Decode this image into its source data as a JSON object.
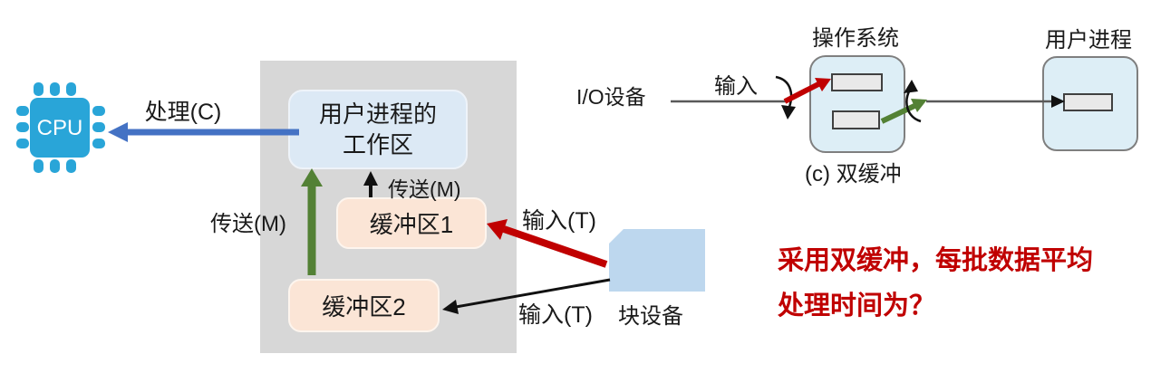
{
  "colors": {
    "accent_blue": "#4472c4",
    "accent_green": "#538135",
    "accent_red": "#c00000",
    "cpu_blue": "#29a5d8",
    "gray_panel": "#d7d7d7",
    "workarea_fill": "#dce9f5",
    "buffer_fill": "#fbe5d6",
    "device_fill": "#bdd7ee",
    "os_box_fill": "#ddeef6"
  },
  "left_diagram": {
    "cpu_label": "CPU",
    "process_arrow_label": "处理(C)",
    "workarea": {
      "line1": "用户进程的",
      "line2": "工作区"
    },
    "transfer_left_label": "传送(M)",
    "transfer_mid_label": "传送(M)",
    "buffer1_label": "缓冲区1",
    "buffer2_label": "缓冲区2",
    "input_top_label": "输入(T)",
    "input_bottom_label": "输入(T)",
    "block_device_label": "块设备"
  },
  "right_diagram": {
    "io_device_label": "I/O设备",
    "input_label": "输入",
    "os_label": "操作系统",
    "user_process_label": "用户进程",
    "caption": "(c) 双缓冲"
  },
  "question": {
    "line1": "采用双缓冲，每批数据平均",
    "line2": "处理时间为？"
  }
}
